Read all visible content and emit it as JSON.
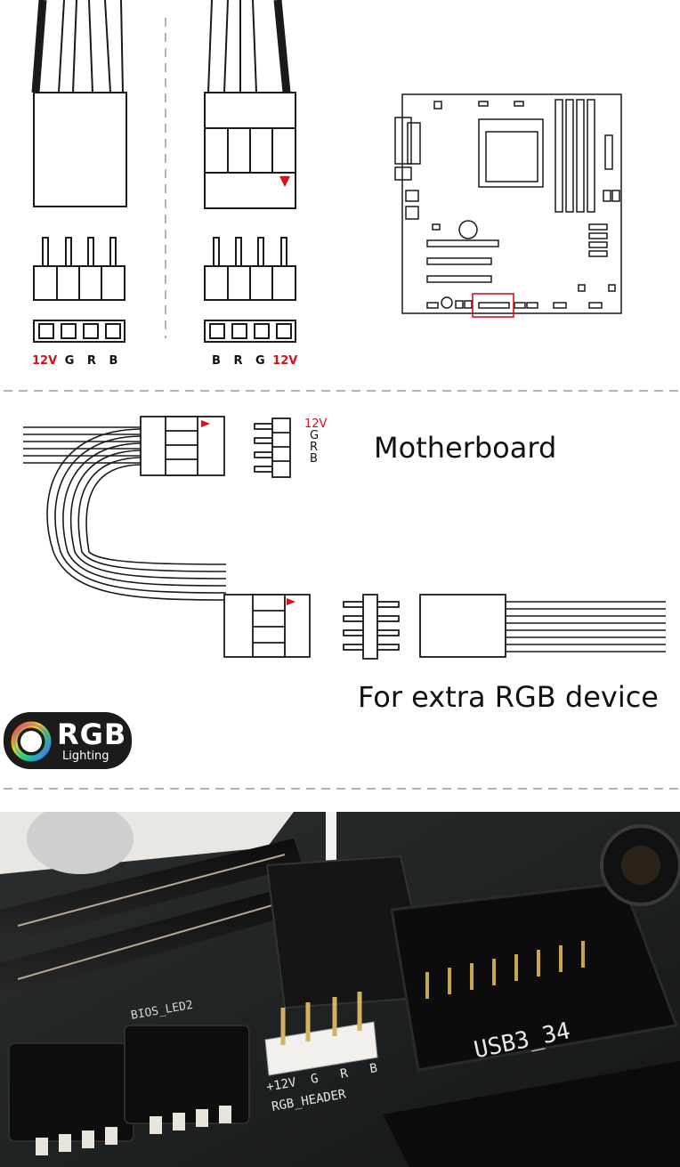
{
  "top": {
    "left_pins": [
      "12V",
      "G",
      "R",
      "B"
    ],
    "right_pins": [
      "B",
      "R",
      "G",
      "12V"
    ]
  },
  "middle": {
    "header_pins": [
      "12V",
      "G",
      "R",
      "B"
    ],
    "motherboard_label": "Motherboard",
    "extra_label": "For extra RGB device"
  },
  "badge": {
    "title": "RGB",
    "subtitle": "Lighting"
  },
  "photo": {
    "silk_rgb_header": "+12V  G   R   B",
    "silk_rgb_name": "RGB_HEADER",
    "silk_usb": "USB3_34",
    "silk_bios": "BIOS_LED2"
  },
  "colors": {
    "accent_red": "#d8101a",
    "line": "#1a1a1a",
    "dash": "#9a9a9a"
  }
}
